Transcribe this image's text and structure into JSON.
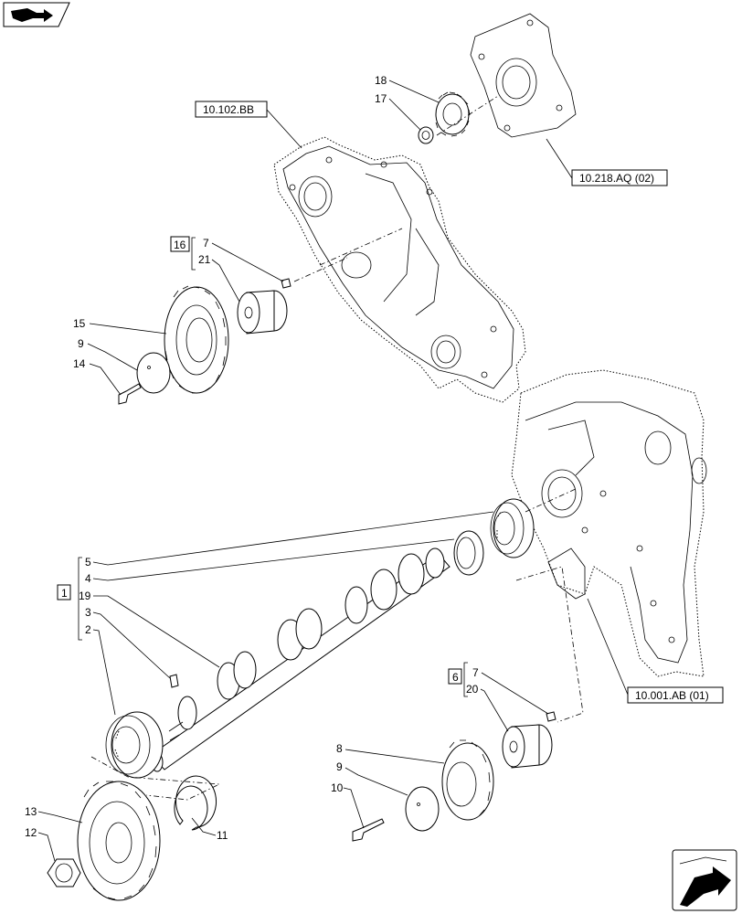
{
  "references": {
    "front_cover": "10.102.BB",
    "pump_drive": "10.218.AQ (02)",
    "crankcase": "10.001.AB (01)"
  },
  "groups": {
    "idler_kit": "16",
    "camshaft_kit": "1",
    "idler_kit_2": "6"
  },
  "callouts": {
    "n1": "1",
    "n2": "2",
    "n3": "3",
    "n4": "4",
    "n5": "5",
    "n6": "6",
    "n7a": "7",
    "n7b": "7",
    "n8": "8",
    "n9a": "9",
    "n9b": "9",
    "n10": "10",
    "n11": "11",
    "n12": "12",
    "n13": "13",
    "n14": "14",
    "n15": "15",
    "n17": "17",
    "n18": "18",
    "n19": "19",
    "n20": "20",
    "n21": "21"
  },
  "icons": {
    "top_left": "book-arrow-icon",
    "bottom_right": "next-page-arrow-icon"
  }
}
